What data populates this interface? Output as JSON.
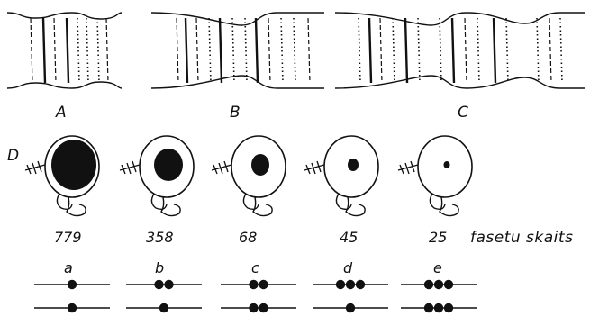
{
  "panels": [
    {
      "id": "A",
      "label": "A"
    },
    {
      "id": "B",
      "label": "B"
    },
    {
      "id": "C",
      "label": "C"
    }
  ],
  "eyes_row": {
    "label": "D",
    "facet_counts": [
      "779",
      "358",
      "68",
      "45",
      "25"
    ],
    "caption": "fasetu skaits"
  },
  "chromosome_rows": {
    "labels": [
      "a",
      "b",
      "c",
      "d",
      "e"
    ],
    "top_dots": [
      1,
      2,
      2,
      3,
      3
    ],
    "bottom_dots": [
      1,
      1,
      2,
      1,
      3
    ]
  }
}
